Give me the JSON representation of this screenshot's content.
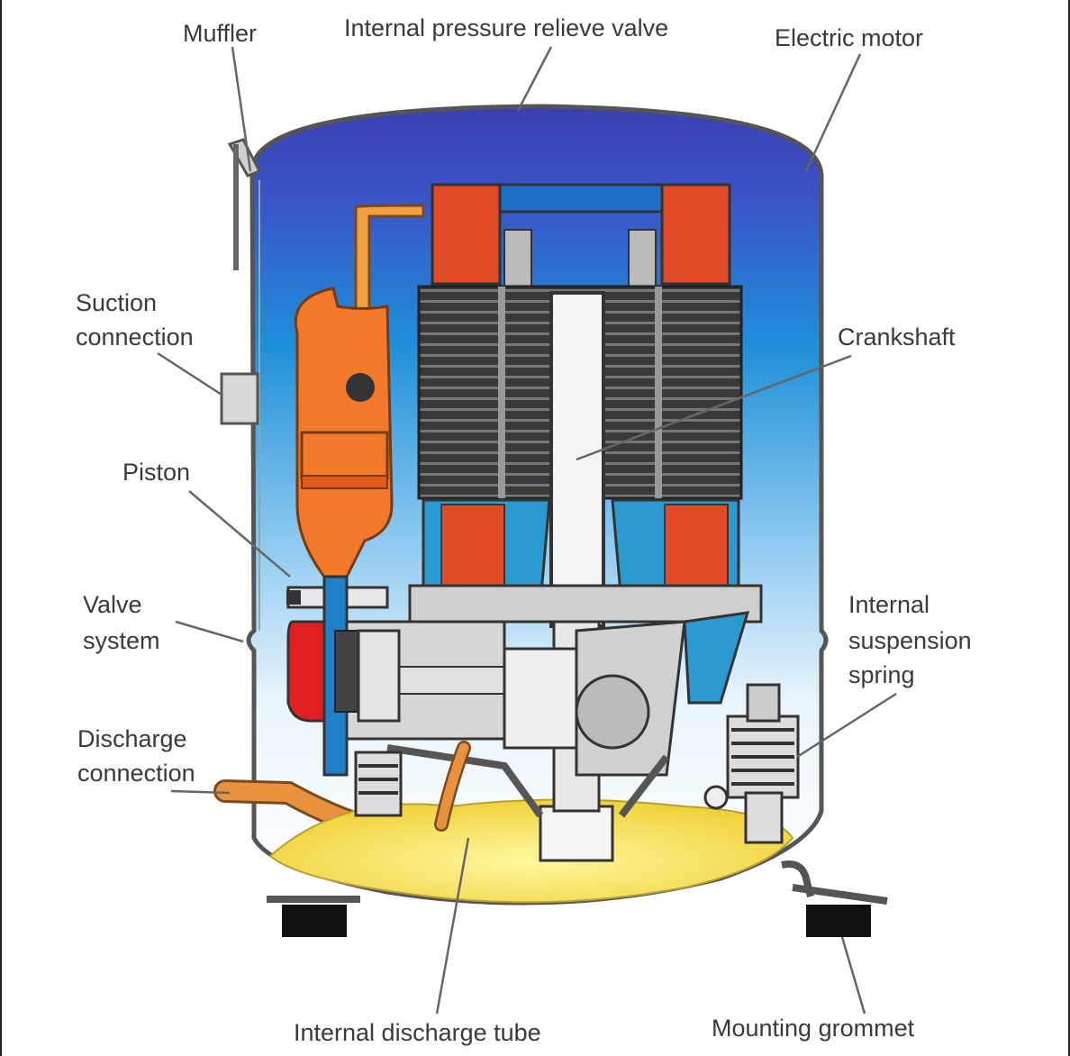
{
  "labels": {
    "muffler": "Muffler",
    "pressure_valve": "Internal pressure relieve valve",
    "electric_motor": "Electric motor",
    "suction_1": "Suction",
    "suction_2": "connection",
    "crankshaft": "Crankshaft",
    "piston": "Piston",
    "valve_1": "Valve",
    "valve_2": "system",
    "suspension_1": "Internal",
    "suspension_2": "suspension",
    "suspension_3": "spring",
    "discharge_1": "Discharge",
    "discharge_2": "connection",
    "discharge_tube": "Internal discharge tube",
    "grommet": "Mounting grommet"
  },
  "colors": {
    "shell_top": "#3b3fb0",
    "shell_mid": "#1f8fd8",
    "shell_bottom": "#ffffff",
    "winding": "#e04a26",
    "muffler": "#f07a2a",
    "oil": "#f6e04a",
    "stator": "#333333",
    "steel": "#c8c8c8",
    "grommet": "#111111"
  }
}
